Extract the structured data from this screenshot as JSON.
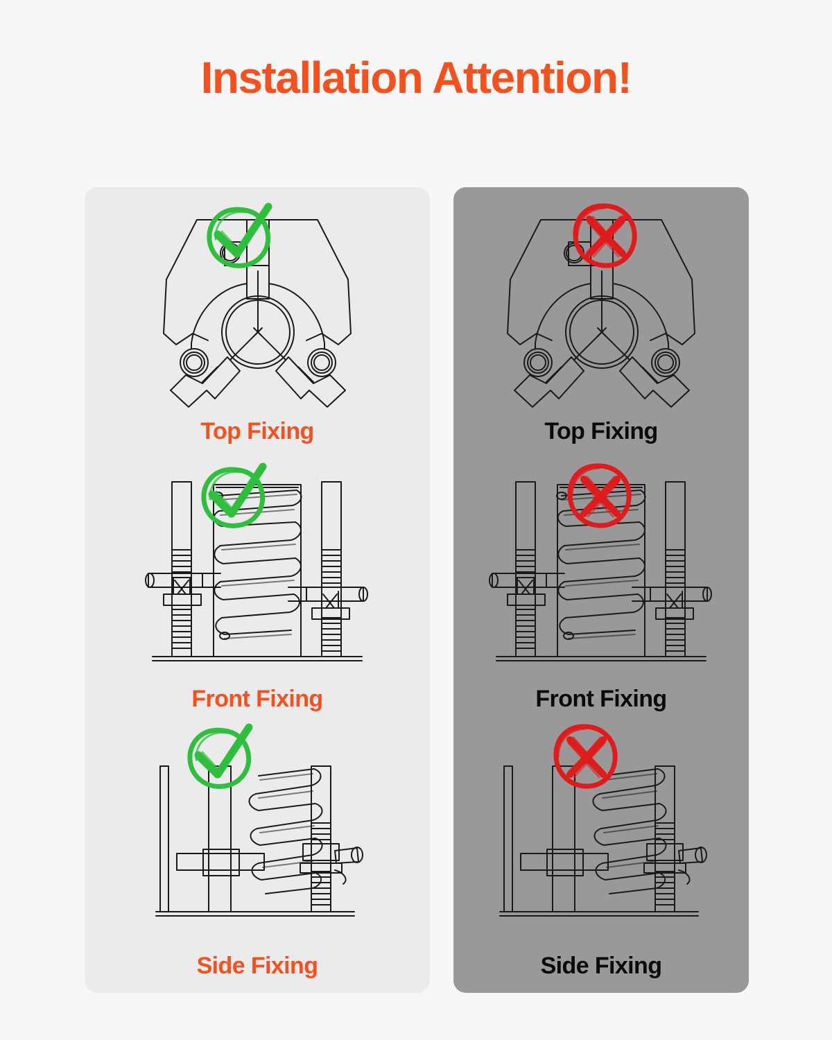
{
  "title": "Installation Attention!",
  "colors": {
    "background": "#f7f7f7",
    "accent": "#f4511e",
    "panel_correct_bg": "#ebebeb",
    "panel_incorrect_bg": "#999999",
    "check_green": "#2ebf3c",
    "cross_red": "#e01b1b",
    "label_incorrect": "#0a0a0a",
    "drawing_line": "#1a1a1a"
  },
  "panels": [
    {
      "kind": "correct",
      "badge": "green-check-icon",
      "items": [
        {
          "label": "Top Fixing",
          "figure": "top-fixing-clamp-diagram",
          "badge": "green-check-icon"
        },
        {
          "label": "Front Fixing",
          "figure": "front-fixing-spring-diagram",
          "badge": "green-check-icon"
        },
        {
          "label": "Side Fixing",
          "figure": "side-fixing-spring-diagram",
          "badge": "green-check-icon"
        }
      ]
    },
    {
      "kind": "incorrect",
      "badge": "red-cross-icon",
      "items": [
        {
          "label": "Top Fixing",
          "figure": "top-fixing-clamp-diagram",
          "badge": "red-cross-icon"
        },
        {
          "label": "Front Fixing",
          "figure": "front-fixing-spring-diagram",
          "badge": "red-cross-icon"
        },
        {
          "label": "Side Fixing",
          "figure": "side-fixing-spring-diagram",
          "badge": "red-cross-icon"
        }
      ]
    }
  ]
}
